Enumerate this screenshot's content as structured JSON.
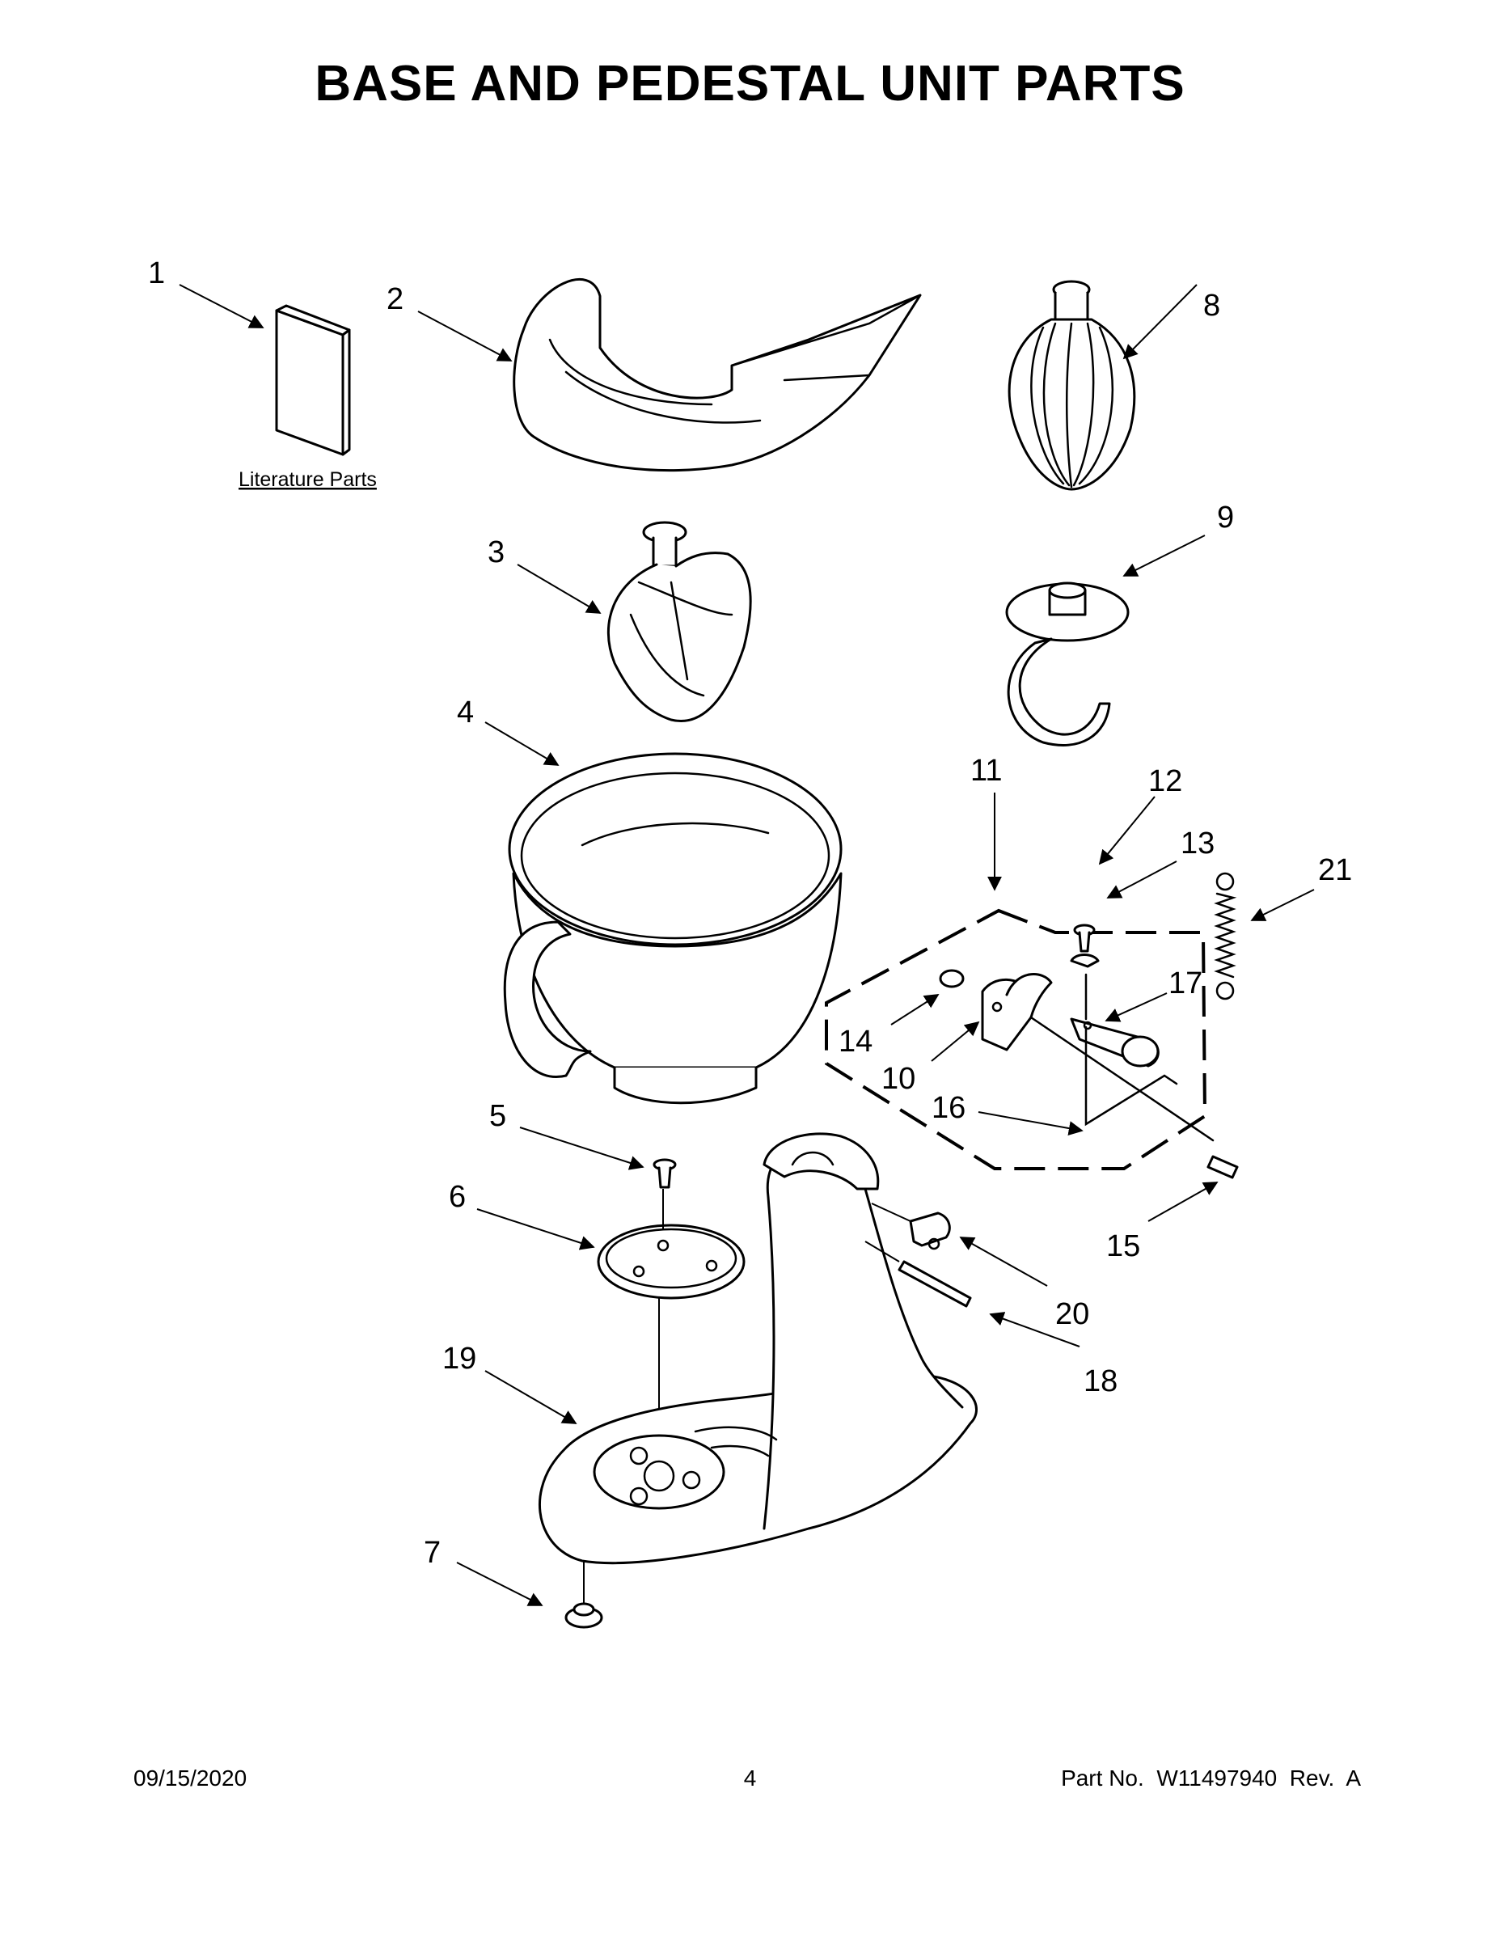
{
  "title": "BASE AND PEDESTAL UNIT PARTS",
  "literature_label": "Literature Parts",
  "callouts": [
    "1",
    "2",
    "3",
    "4",
    "5",
    "6",
    "7",
    "8",
    "9",
    "10",
    "11",
    "12",
    "13",
    "14",
    "15",
    "16",
    "17",
    "18",
    "19",
    "20",
    "21"
  ],
  "footer": {
    "date": "09/15/2020",
    "page": "4",
    "part": "Part No.  W11497940  Rev.  A"
  }
}
